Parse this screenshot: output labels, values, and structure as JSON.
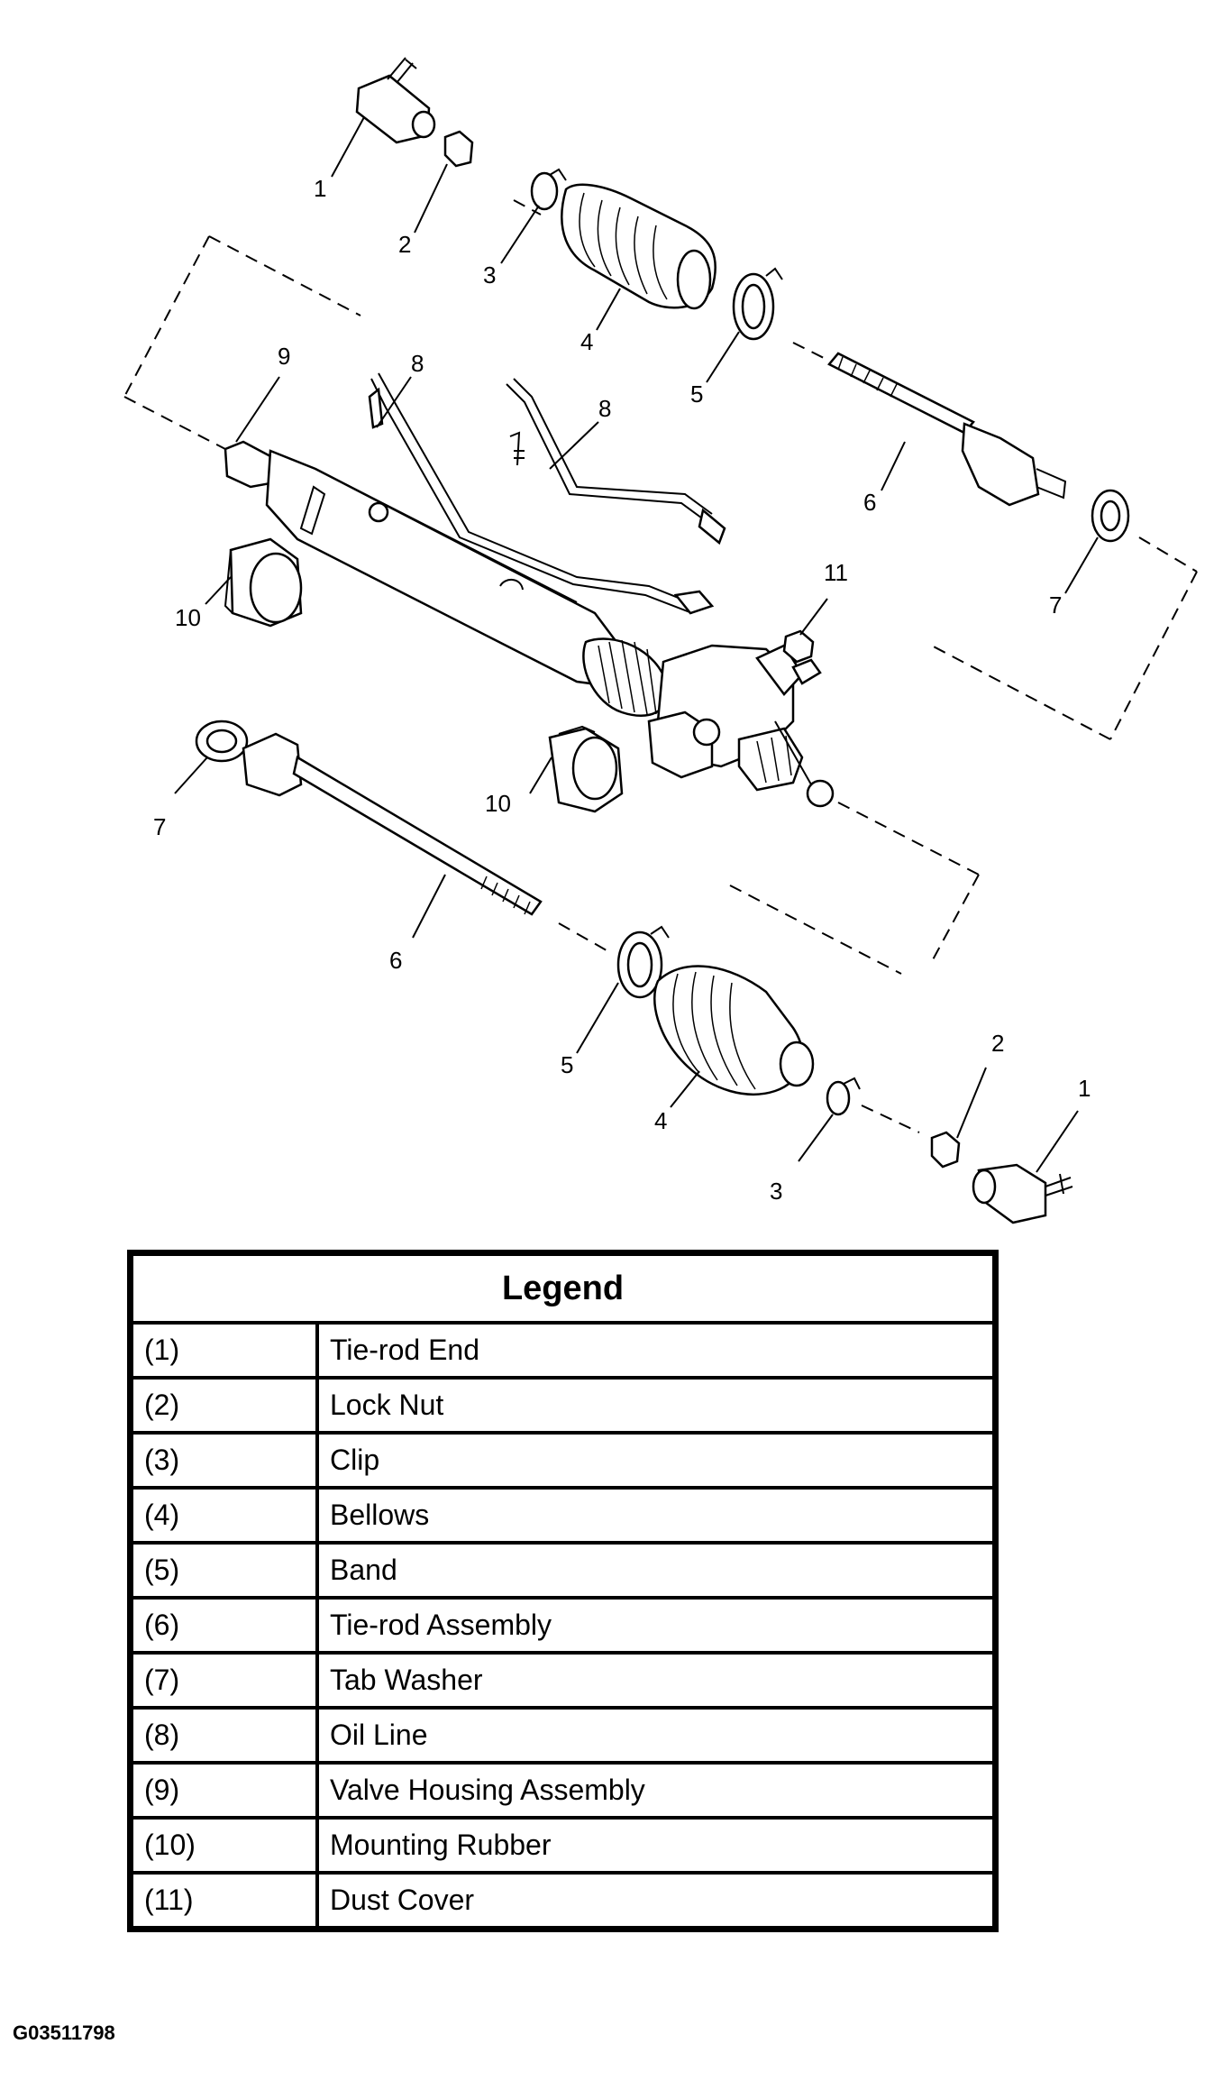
{
  "diagram": {
    "callouts": [
      {
        "id": "c1-top",
        "text": "1"
      },
      {
        "id": "c2-top",
        "text": "2"
      },
      {
        "id": "c3-top",
        "text": "3"
      },
      {
        "id": "c4-top",
        "text": "4"
      },
      {
        "id": "c5-top",
        "text": "5"
      },
      {
        "id": "c6-right",
        "text": "6"
      },
      {
        "id": "c7-right",
        "text": "7"
      },
      {
        "id": "c8-a",
        "text": "8"
      },
      {
        "id": "c8-b",
        "text": "8"
      },
      {
        "id": "c9",
        "text": "9"
      },
      {
        "id": "c10-left",
        "text": "10"
      },
      {
        "id": "c10-mid",
        "text": "10"
      },
      {
        "id": "c11",
        "text": "11"
      },
      {
        "id": "c7-left",
        "text": "7"
      },
      {
        "id": "c6-left",
        "text": "6"
      },
      {
        "id": "c5-bottom",
        "text": "5"
      },
      {
        "id": "c4-bottom",
        "text": "4"
      },
      {
        "id": "c3-bottom",
        "text": "3"
      },
      {
        "id": "c2-bottom",
        "text": "2"
      },
      {
        "id": "c1-bottom",
        "text": "1"
      }
    ]
  },
  "legend": {
    "title": "Legend",
    "rows": [
      {
        "num": "(1)",
        "label": "Tie-rod End"
      },
      {
        "num": "(2)",
        "label": "Lock Nut"
      },
      {
        "num": "(3)",
        "label": "Clip"
      },
      {
        "num": "(4)",
        "label": "Bellows"
      },
      {
        "num": "(5)",
        "label": "Band"
      },
      {
        "num": "(6)",
        "label": "Tie-rod Assembly"
      },
      {
        "num": "(7)",
        "label": "Tab Washer"
      },
      {
        "num": "(8)",
        "label": "Oil Line"
      },
      {
        "num": "(9)",
        "label": "Valve Housing Assembly"
      },
      {
        "num": "(10)",
        "label": "Mounting Rubber"
      },
      {
        "num": "(11)",
        "label": "Dust Cover"
      }
    ]
  },
  "figure_code": "G03511798"
}
